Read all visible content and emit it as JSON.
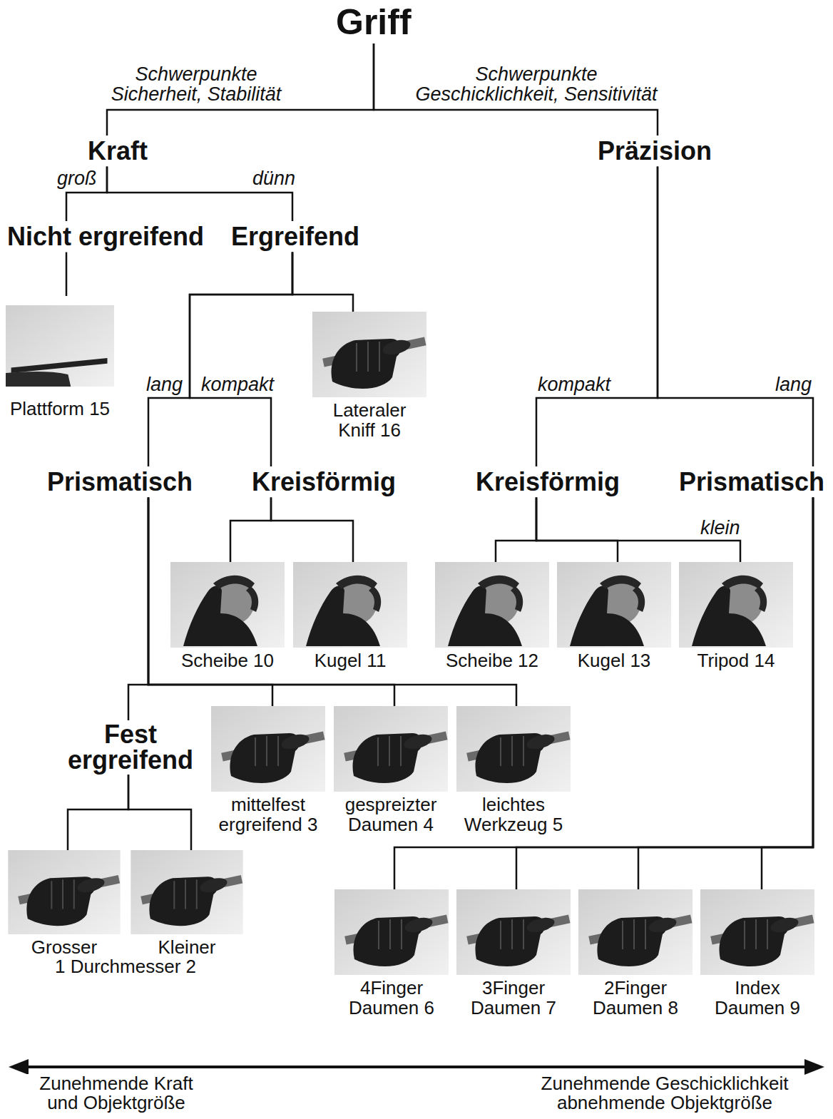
{
  "diagram": {
    "nodes": [
      {
        "text": [
          "Griff"
        ]
      },
      {
        "text": [
          "Kraft"
        ]
      },
      {
        "text": [
          "Präzision"
        ]
      },
      {
        "text": [
          "Nicht ergreifend"
        ]
      },
      {
        "text": [
          "Ergreifend"
        ]
      },
      {
        "text": [
          "Plattform 15"
        ]
      },
      {
        "text": [
          "Lateraler Kniff 16"
        ]
      },
      {
        "text": [
          "Prismatisch"
        ]
      },
      {
        "text": [
          "Kreisförmig"
        ]
      },
      {
        "text": [
          "Kreisförmig"
        ]
      },
      {
        "text": [
          "Prismatisch"
        ]
      },
      {
        "text": [
          "Scheibe 10"
        ]
      },
      {
        "text": [
          "Kugel 11"
        ]
      },
      {
        "text": [
          "Scheibe 12"
        ]
      },
      {
        "text": [
          "Kugel 13"
        ]
      },
      {
        "text": [
          "Tripod 14"
        ]
      },
      {
        "text": [
          "Fest ergreifend"
        ]
      },
      {
        "text": [
          "mittelfest ergreifend 3"
        ]
      },
      {
        "text": [
          "gespreizter Daumen 4"
        ]
      },
      {
        "text": [
          "leichtes Werkzeug 5"
        ]
      },
      {
        "text": [
          "Grosser"
        ]
      },
      {
        "text": [
          "Kleiner"
        ]
      },
      {
        "text": [
          "4Finger Daumen 6"
        ]
      },
      {
        "text": [
          "3Finger Daumen 7"
        ]
      },
      {
        "text": [
          "2Finger Daumen 8"
        ]
      },
      {
        "text": [
          "Index Daumen 9"
        ]
      }
    ],
    "edges": [
      {
        "from": 0,
        "to": 1,
        "arrow": "none",
        "label": "Schwerpunkte Sicherheit, Stabilität"
      },
      {
        "from": 0,
        "to": 2,
        "arrow": "none",
        "label": "Schwerpunkte Geschicklichkeit, Sensitivität"
      },
      {
        "from": 1,
        "to": 3,
        "arrow": "none",
        "label": "groß"
      },
      {
        "from": 1,
        "to": 4,
        "arrow": "none",
        "label": "dünn"
      },
      {
        "from": 3,
        "to": 5,
        "arrow": "none"
      },
      {
        "from": 4,
        "to": 7,
        "arrow": "none",
        "label": "lang"
      },
      {
        "from": 4,
        "to": 8,
        "arrow": "none",
        "label": "kompakt"
      },
      {
        "from": 4,
        "to": 6,
        "arrow": "none"
      },
      {
        "from": 8,
        "to": 11,
        "arrow": "none"
      },
      {
        "from": 8,
        "to": 12,
        "arrow": "none"
      },
      {
        "from": 2,
        "to": 9,
        "arrow": "none",
        "label": "kompakt"
      },
      {
        "from": 2,
        "to": 10,
        "arrow": "none",
        "label": "lang"
      },
      {
        "from": 9,
        "to": 13,
        "arrow": "none"
      },
      {
        "from": 9,
        "to": 14,
        "arrow": "none"
      },
      {
        "from": 9,
        "to": 15,
        "arrow": "none",
        "label": "klein"
      },
      {
        "from": 7,
        "to": 16,
        "arrow": "none"
      },
      {
        "from": 7,
        "to": 17,
        "arrow": "none"
      },
      {
        "from": 7,
        "to": 18,
        "arrow": "none"
      },
      {
        "from": 7,
        "to": 19,
        "arrow": "none"
      },
      {
        "from": 16,
        "to": 20,
        "arrow": "none"
      },
      {
        "from": 16,
        "to": 21,
        "arrow": "none"
      },
      {
        "from": 10,
        "to": 22,
        "arrow": "none"
      },
      {
        "from": 10,
        "to": 23,
        "arrow": "none"
      },
      {
        "from": 10,
        "to": 24,
        "arrow": "none"
      },
      {
        "from": 10,
        "to": 25,
        "arrow": "none"
      }
    ],
    "labels": [
      "1 Durchmesser 2",
      "Zunehmende Kraft und Objektgröße",
      "Zunehmende Geschicklichkeit abnehmende Objektgröße"
    ]
  }
}
